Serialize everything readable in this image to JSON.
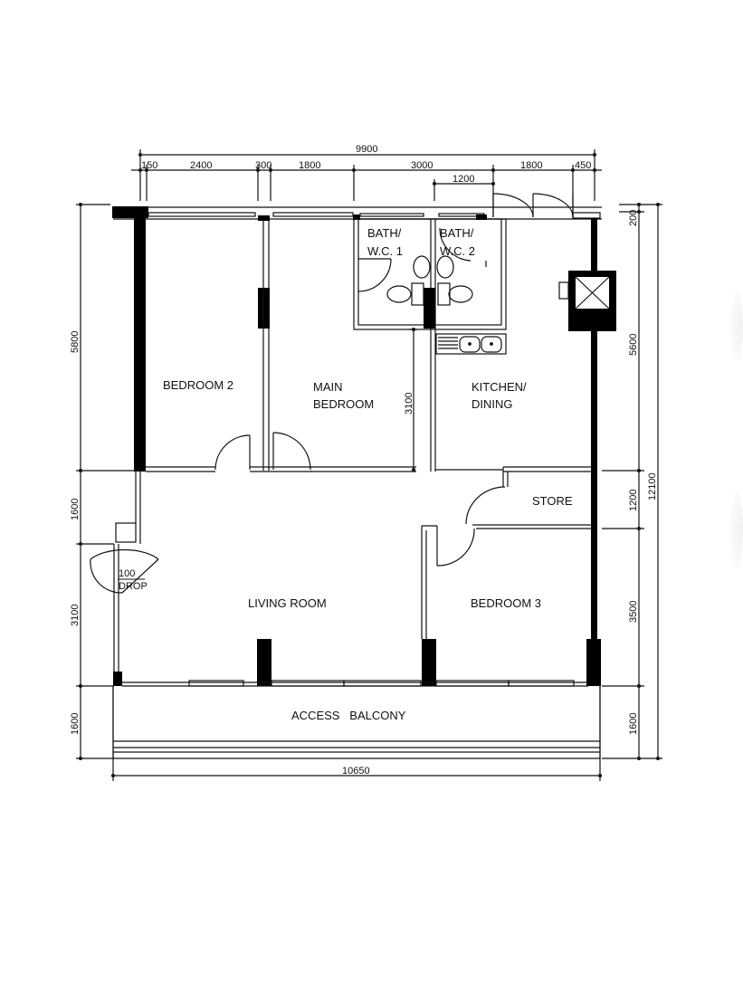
{
  "rooms": {
    "bedroom2": "BEDROOM 2",
    "main_bedroom_1": "MAIN",
    "main_bedroom_2": "BEDROOM",
    "bath1_1": "BATH/",
    "bath1_2": "W.C.  1",
    "bath2_1": "BATH/",
    "bath2_2": "W.C.  2",
    "kitchen_1": "KITCHEN/",
    "kitchen_2": "DINING",
    "store": "STORE",
    "living": "LIVING ROOM",
    "bedroom3": "BEDROOM 3",
    "balcony": "ACCESS   BALCONY",
    "drop_value": "100",
    "drop_label": "DROP"
  },
  "dimensions": {
    "top_total": "9900",
    "top_segments": [
      "150",
      "2400",
      "300",
      "1800",
      "3000",
      "1800",
      "450"
    ],
    "top_sub": "1200",
    "left": [
      "5800",
      "1600",
      "3100",
      "1600"
    ],
    "right_inner": [
      "200",
      "5600",
      "1200",
      "3500",
      "1600"
    ],
    "right_total": "12100",
    "bottom_total": "10650",
    "kitchen_wall": "3100"
  },
  "colors": {
    "line": "#111111",
    "wall_fill": "#000000",
    "background": "#ffffff"
  }
}
